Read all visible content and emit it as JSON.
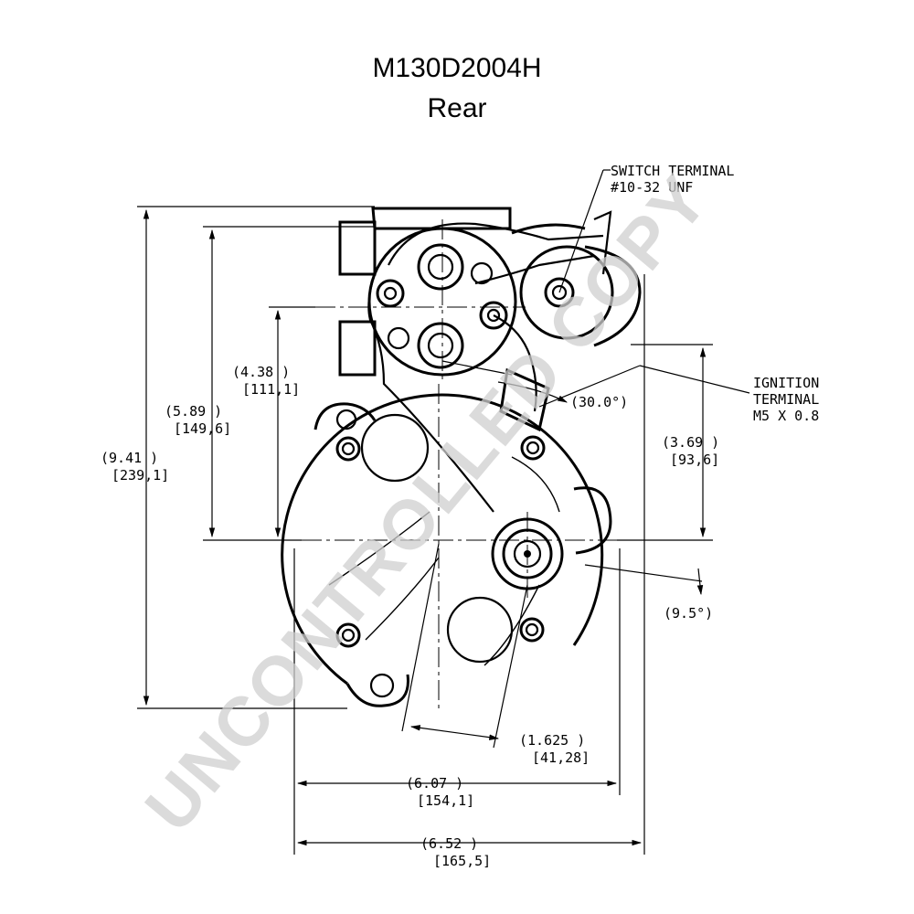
{
  "header": {
    "model": "M130D2004H",
    "view": "Rear"
  },
  "callouts": {
    "switch_terminal": [
      "SWITCH TERMINAL",
      "#10-32 UNF"
    ],
    "ignition_terminal": [
      "IGNITION",
      "TERMINAL",
      "M5 X 0.8"
    ]
  },
  "dimensions": {
    "height_total": [
      "(9.41    )",
      "[239,1]"
    ],
    "height_589": [
      "(5.89    )",
      "[149,6]"
    ],
    "height_438": [
      "(4.38    )",
      "[111,1]"
    ],
    "height_369": [
      "(3.69    )",
      "[93,6]"
    ],
    "angle_30": "(30.0°)",
    "angle_95": "(9.5°)",
    "offset_1625": [
      "(1.625    )",
      "[41,28]"
    ],
    "width_607": [
      "(6.07    )",
      "[154,1]"
    ],
    "width_652": [
      "(6.52    )",
      "[165,5]"
    ]
  },
  "watermark": "UNCONTROLLED COPY"
}
